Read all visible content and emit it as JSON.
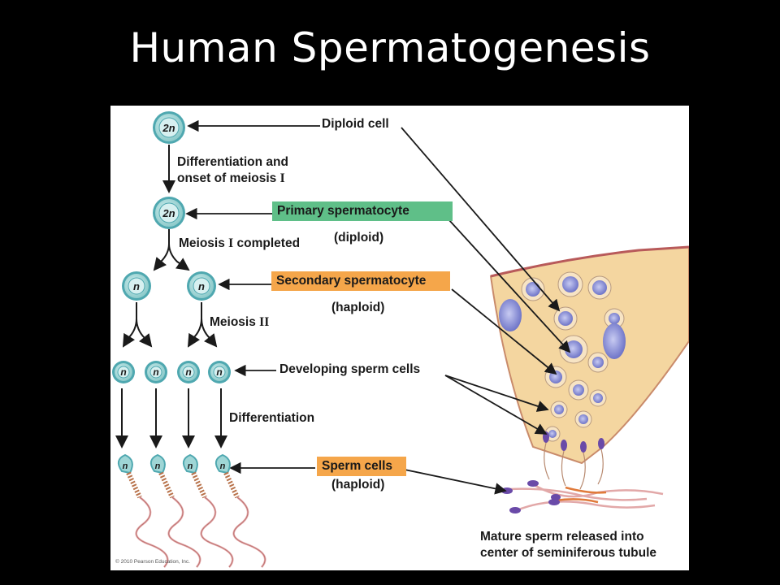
{
  "title": "Human Spermatogenesis",
  "labels": {
    "diploid_cell": "Diploid cell",
    "differentiation_onset_line1": "Differentiation and",
    "differentiation_onset_line2": "onset of meiosis ",
    "roman_one": "I",
    "roman_one_b": "I",
    "roman_two": "II",
    "primary_spermatocyte": "Primary spermatocyte",
    "primary_sub": "(diploid)",
    "meiosis_one_prefix": "Meiosis ",
    "meiosis_one_suffix": " completed",
    "secondary_spermatocyte": "Secondary spermatocyte",
    "secondary_sub": "(haploid)",
    "meiosis_two_prefix": "Meiosis ",
    "developing_sperm": "Developing sperm cells",
    "differentiation": "Differentiation",
    "sperm_cells": "Sperm cells",
    "sperm_sub": "(haploid)",
    "mature_line1": "Mature sperm released into",
    "mature_line2": "center of seminiferous tubule",
    "copyright": "© 2010 Pearson Education, Inc."
  },
  "cell_labels": {
    "diploid": "2n",
    "haploid": "n"
  },
  "colors": {
    "cell_fill": "#9fd6d6",
    "cell_ring": "#4fa8b0",
    "primary_box": "#5fbf88",
    "secondary_box": "#f5a64a",
    "sperm_box": "#f5a64a",
    "tubule_fill": "#f4d6a0",
    "tubule_border": "#c98b6b",
    "nucleus": "#8a8fd6",
    "sperm_head": "#6a4aa8",
    "tail": "#e2a8a8",
    "midpiece": "#b8724a"
  }
}
